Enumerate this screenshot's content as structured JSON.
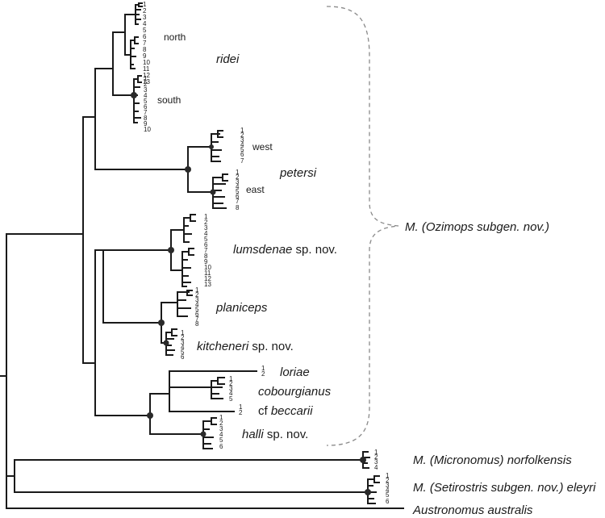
{
  "taxa": {
    "ridei": "ridei",
    "petersi": "petersi",
    "lumsdenae": "lumsdenae",
    "planiceps": "planiceps",
    "kitcheneri": "kitcheneri",
    "loriae": "loriae",
    "cobourgianus": "cobourgianus",
    "cf_prefix": "cf",
    "beccarii": "beccarii",
    "halli": "halli",
    "sp_nov": " sp. nov.",
    "genus": "M.",
    "ozimops_clade": "(Ozimops subgen. nov.)",
    "micronomus": "(Micronomus) norfolkensis",
    "setirostris": "(Setirostris subgen. nov.) eleyri",
    "austronomus": "Austronomus australis"
  },
  "populations": {
    "north": "north",
    "south": "south",
    "west": "west",
    "east": "east"
  },
  "tip_numbers": {
    "ridei_north": [
      "1",
      "2",
      "3",
      "4",
      "5",
      "6",
      "7",
      "8",
      "9",
      "10",
      "11",
      "12",
      "13"
    ],
    "ridei_south": [
      "1",
      "2",
      "3",
      "4",
      "5",
      "6",
      "7",
      "8",
      "9",
      "10"
    ],
    "petersi_west": [
      "1",
      "2",
      "3",
      "4",
      "5",
      "6",
      "7"
    ],
    "petersi_east": [
      "1",
      "2",
      "3",
      "4",
      "5",
      "6",
      "7",
      "8"
    ],
    "lumsdenae": [
      "1",
      "2",
      "3",
      "4",
      "5",
      "6",
      "7",
      "8",
      "9",
      "10",
      "11",
      "12",
      "13"
    ],
    "planiceps": [
      "1",
      "2",
      "3",
      "4",
      "5",
      "6",
      "7",
      "8"
    ],
    "kitcheneri": [
      "1",
      "2",
      "3",
      "4",
      "5",
      "6"
    ],
    "loriae": [
      "1",
      "2"
    ],
    "cobourgianus": [
      "1",
      "2",
      "3",
      "4",
      "5"
    ],
    "beccarii": [
      "1",
      "2"
    ],
    "halli": [
      "1",
      "2",
      "3",
      "4",
      "5",
      "6"
    ],
    "norfolkensis": [
      "1",
      "2",
      "3",
      "4"
    ],
    "eleyri": [
      "1",
      "2",
      "3",
      "4",
      "5",
      "6"
    ]
  }
}
